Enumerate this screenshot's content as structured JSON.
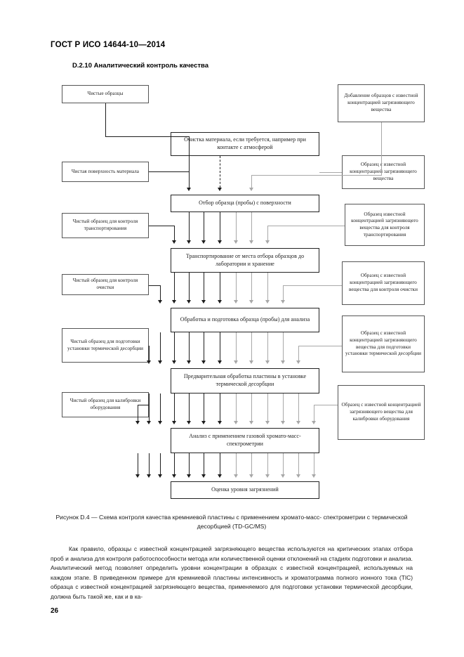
{
  "document": {
    "header": "ГОСТ Р ИСО 14644-10—2014",
    "section_title": "D.2.10 Аналитический контроль качества",
    "page_number": "26"
  },
  "figure": {
    "caption_line1": "Рисунок D.4 — Схема контроля качества кремниевой пластины с применением хромато-масс-",
    "caption_line2": "спектрометрии с термической десорбцией (TD-GC/MS)",
    "left_nodes": [
      {
        "id": "clean-samples",
        "label": "Чистые образцы"
      },
      {
        "id": "clean-surface",
        "label": "Чистая поверхность материала"
      },
      {
        "id": "clean-transport-control",
        "label": "Чистый образец для контроля транспортирования"
      },
      {
        "id": "clean-cleaning-control",
        "label": "Чистый образец для контроля очистки"
      },
      {
        "id": "clean-td-prep",
        "label": "Чистый образец для подготовки установки термической десорбции"
      },
      {
        "id": "clean-calibration",
        "label": "Чистый образец для калибровки оборудования"
      }
    ],
    "center_nodes": [
      {
        "id": "material-cleaning",
        "label": "Очистка материала, если требуется, например при контакте с атмосферой"
      },
      {
        "id": "surface-sampling",
        "label": "Отбор образца (пробы) с поверхности"
      },
      {
        "id": "transport-storage",
        "label": "Транспортирование от места отбора образцов до лаборатории и хранение"
      },
      {
        "id": "sample-preparation",
        "label": "Обработка и подготовка образца (пробы) для анализа"
      },
      {
        "id": "wafer-pretreatment",
        "label": "Предварительная обработка пластины в установке термической десорбции"
      },
      {
        "id": "gc-ms-analysis",
        "label": "Анализ с применением газовой хромато-масс-спектрометрии"
      },
      {
        "id": "contamination-assessment",
        "label": "Оценка уровня загрязнений"
      }
    ],
    "right_nodes": [
      {
        "id": "spiked-addition",
        "label": "Добавление образцов  с известной концентрацией загрязняющего вещества"
      },
      {
        "id": "spiked-known",
        "label": "Образец с известной концентрацией загрязняющего вещества"
      },
      {
        "id": "spiked-transport",
        "label": "Образец известной концентрацией загрязняющего вещества для контроля транспортирования"
      },
      {
        "id": "spiked-cleaning",
        "label": "Образец с известной концентрацией загрязняющего вещества для контроля очистки"
      },
      {
        "id": "spiked-td-prep",
        "label": "Образец с известной концентрацией загрязняющего вещества для подготовки установки термической десорбции"
      },
      {
        "id": "spiked-calibration",
        "label": "Образец с известной концентрацией загрязняющего вещества для калибровки оборудования"
      }
    ]
  },
  "body": {
    "paragraph": "Как правило, образцы с известной концентрацией загрязняющего вещества используются на критических этапах отбора проб и анализа для контроля работоспособности метода или количественной оценки отклонений на стадиях подготовки и анализа. Аналитический метод позволяет определить уровни концентрации в образцах с известной концентрацией, используемых на каждом этапе. В приведенном примере для кремниевой пластины интенсивность и хроматограмма полного ионного тока (TIC) образца с известной концентрацией загрязняющего вещества, применяемого для подготовки установки термической десорбции, должна быть такой же, как и в ка-"
  },
  "colors": {
    "stroke_dark": "#1d1d1d",
    "stroke_gray": "#a8a8a8",
    "box_border": "#3a3a3a"
  }
}
